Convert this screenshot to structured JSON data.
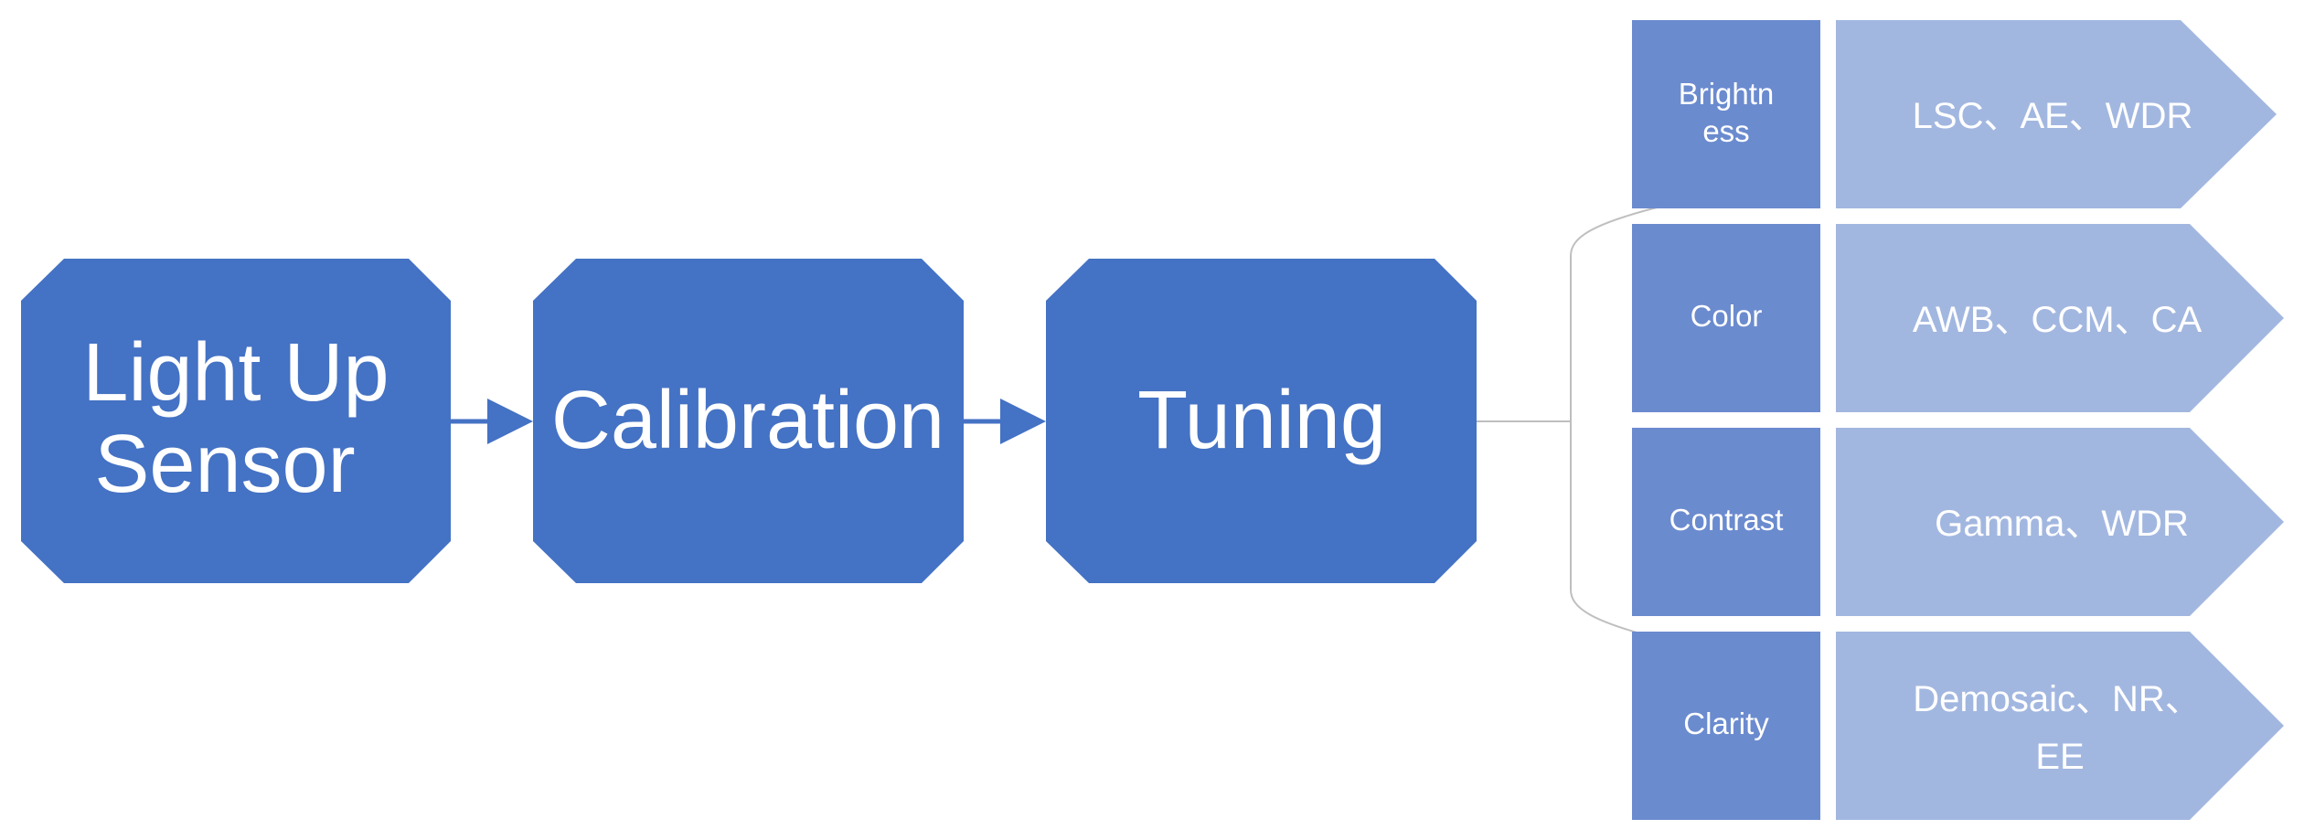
{
  "colors": {
    "stage_fill": "#4472C4",
    "category_fill": "#6B8BCF",
    "detail_fill": "#A2B7E0",
    "connector": "#4472C4",
    "bracket": "#BFBFBF",
    "text": "#FFFFFF"
  },
  "stages": [
    {
      "line1": "Light Up",
      "line2": "Sensor"
    },
    {
      "line1": "Calibration"
    },
    {
      "line1": "Tuning"
    }
  ],
  "tuning_items": [
    {
      "category_line1": "Brightn",
      "category_line2": "ess",
      "detail_line1": "LSC、AE、WDR"
    },
    {
      "category_line1": "Color",
      "detail_line1": "AWB、CCM、CA"
    },
    {
      "category_line1": "Contrast",
      "detail_line1": "Gamma、WDR"
    },
    {
      "category_line1": "Clarity",
      "detail_line1": "Demosaic、NR、",
      "detail_line2": "EE"
    }
  ]
}
